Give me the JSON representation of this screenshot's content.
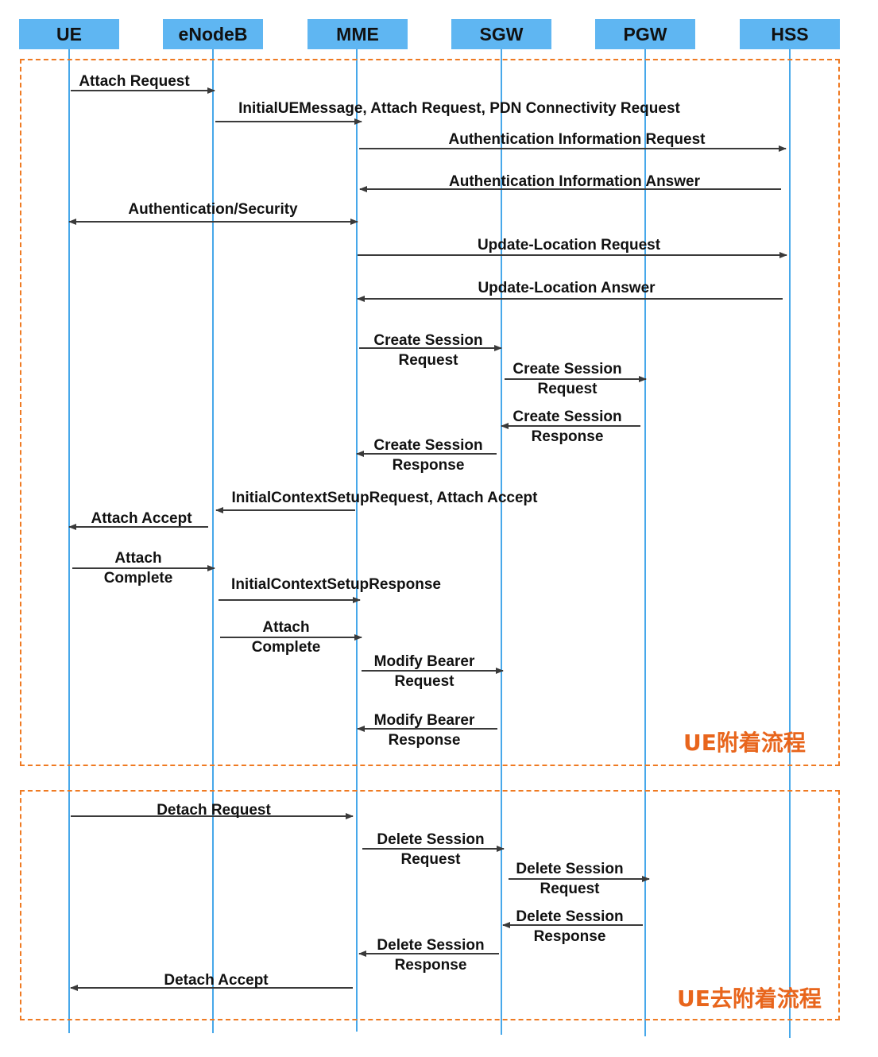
{
  "participants": [
    "UE",
    "eNodeB",
    "MME",
    "SGW",
    "PGW",
    "HSS"
  ],
  "frames": {
    "attach": "UE附着流程",
    "detach": "UE去附着流程"
  },
  "messages": [
    {
      "label": "Attach Request"
    },
    {
      "label": "InitialUEMessage, Attach Request, PDN Connectivity Request"
    },
    {
      "label": "Authentication Information Request"
    },
    {
      "label": "Authentication Information Answer"
    },
    {
      "label": "Authentication/Security"
    },
    {
      "label": "Update-Location Request"
    },
    {
      "label": "Update-Location Answer"
    },
    {
      "label": "Create Session",
      "label2": "Request"
    },
    {
      "label": "Create Session",
      "label2": "Request"
    },
    {
      "label": "Create Session",
      "label2": "Response"
    },
    {
      "label": "Create Session",
      "label2": "Response"
    },
    {
      "label": "InitialContextSetupRequest, Attach Accept"
    },
    {
      "label": "Attach Accept"
    },
    {
      "label": "Attach",
      "label2": "Complete"
    },
    {
      "label": "InitialContextSetupResponse"
    },
    {
      "label": "Attach",
      "label2": "Complete"
    },
    {
      "label": "Modify Bearer",
      "label2": "Request"
    },
    {
      "label": "Modify Bearer",
      "label2": "Response"
    },
    {
      "label": "Detach Request"
    },
    {
      "label": "Delete Session",
      "label2": "Request"
    },
    {
      "label": "Delete Session",
      "label2": "Request"
    },
    {
      "label": "Delete Session",
      "label2": "Response"
    },
    {
      "label": "Delete Session",
      "label2": "Response"
    },
    {
      "label": "Detach Accept"
    }
  ],
  "colors": {
    "header_fill": "#5fb6f2",
    "lifeline": "#47a8ea",
    "frame_border": "#ef7a22",
    "frame_label": "#e8651c",
    "arrow": "#3a3a3a"
  }
}
